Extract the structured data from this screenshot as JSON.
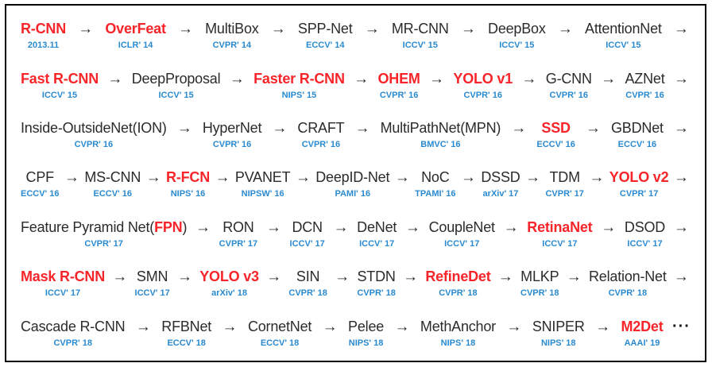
{
  "diagram": {
    "description": "Object detection model timeline",
    "colors": {
      "highlight": "#f7252a",
      "venue": "#2a8ad0",
      "text": "#2b2b2b"
    },
    "icons": {
      "arrow": "→",
      "ellipsis": "···"
    },
    "rows": [
      {
        "trail": "arrow",
        "models": [
          {
            "name": "R-CNN",
            "venue": "2013.11",
            "red": true
          },
          {
            "name": "OverFeat",
            "venue": "ICLR' 14",
            "red": true
          },
          {
            "name": "MultiBox",
            "venue": "CVPR' 14",
            "red": false
          },
          {
            "name": "SPP-Net",
            "venue": "ECCV' 14",
            "red": false
          },
          {
            "name": "MR-CNN",
            "venue": "ICCV' 15",
            "red": false
          },
          {
            "name": "DeepBox",
            "venue": "ICCV' 15",
            "red": false
          },
          {
            "name": "AttentionNet",
            "venue": "ICCV' 15",
            "red": false
          }
        ]
      },
      {
        "trail": "arrow",
        "models": [
          {
            "name": "Fast R-CNN",
            "venue": "ICCV' 15",
            "red": true
          },
          {
            "name": "DeepProposal",
            "venue": "ICCV' 15",
            "red": false
          },
          {
            "name": "Faster R-CNN",
            "venue": "NIPS' 15",
            "red": true
          },
          {
            "name": "OHEM",
            "venue": "CVPR' 16",
            "red": true
          },
          {
            "name": "YOLO v1",
            "venue": "CVPR' 16",
            "red": true
          },
          {
            "name": "G-CNN",
            "venue": "CVPR' 16",
            "red": false
          },
          {
            "name": "AZNet",
            "venue": "CVPR' 16",
            "red": false
          }
        ]
      },
      {
        "trail": "arrow",
        "models": [
          {
            "name": "Inside-OutsideNet(ION)",
            "venue": "CVPR' 16",
            "red": false
          },
          {
            "name": "HyperNet",
            "venue": "CVPR' 16",
            "red": false
          },
          {
            "name": "CRAFT",
            "venue": "CVPR' 16",
            "red": false
          },
          {
            "name": "MultiPathNet(MPN)",
            "venue": "BMVC' 16",
            "red": false
          },
          {
            "name": "SSD",
            "venue": "ECCV' 16",
            "red": true
          },
          {
            "name": "GBDNet",
            "venue": "ECCV' 16",
            "red": false
          }
        ]
      },
      {
        "trail": "arrow",
        "models": [
          {
            "name": "CPF",
            "venue": "ECCV' 16",
            "red": false
          },
          {
            "name": "MS-CNN",
            "venue": "ECCV' 16",
            "red": false
          },
          {
            "name": "R-FCN",
            "venue": "NIPS' 16",
            "red": true
          },
          {
            "name": "PVANET",
            "venue": "NIPSW' 16",
            "red": false
          },
          {
            "name": "DeepID-Net",
            "venue": "PAMI' 16",
            "red": false
          },
          {
            "name": "NoC",
            "venue": "TPAMI' 16",
            "red": false
          },
          {
            "name": "DSSD",
            "venue": "arXiv' 17",
            "red": false
          },
          {
            "name": "TDM",
            "venue": "CVPR' 17",
            "red": false
          },
          {
            "name": "YOLO v2",
            "venue": "CVPR' 17",
            "red": true
          }
        ]
      },
      {
        "trail": "arrow",
        "models": [
          {
            "name": "Feature Pyramid Net(FPN)",
            "venue": "CVPR' 17",
            "red": false,
            "red_part": "FPN"
          },
          {
            "name": "RON",
            "venue": "CVPR' 17",
            "red": false
          },
          {
            "name": "DCN",
            "venue": "ICCV' 17",
            "red": false
          },
          {
            "name": "DeNet",
            "venue": "ICCV' 17",
            "red": false
          },
          {
            "name": "CoupleNet",
            "venue": "ICCV' 17",
            "red": false
          },
          {
            "name": "RetinaNet",
            "venue": "ICCV' 17",
            "red": true
          },
          {
            "name": "DSOD",
            "venue": "ICCV' 17",
            "red": false
          }
        ]
      },
      {
        "trail": "arrow",
        "models": [
          {
            "name": "Mask R-CNN",
            "venue": "ICCV' 17",
            "red": true
          },
          {
            "name": "SMN",
            "venue": "ICCV' 17",
            "red": false
          },
          {
            "name": "YOLO v3",
            "venue": "arXiv' 18",
            "red": true
          },
          {
            "name": "SIN",
            "venue": "CVPR' 18",
            "red": false
          },
          {
            "name": "STDN",
            "venue": "CVPR' 18",
            "red": false
          },
          {
            "name": "RefineDet",
            "venue": "CVPR' 18",
            "red": true
          },
          {
            "name": "MLKP",
            "venue": "CVPR' 18",
            "red": false
          },
          {
            "name": "Relation-Net",
            "venue": "CVPR' 18",
            "red": false
          }
        ]
      },
      {
        "trail": "ellipsis",
        "models": [
          {
            "name": "Cascade R-CNN",
            "venue": "CVPR' 18",
            "red": false
          },
          {
            "name": "RFBNet",
            "venue": "ECCV' 18",
            "red": false
          },
          {
            "name": "CornetNet",
            "venue": "ECCV' 18",
            "red": false
          },
          {
            "name": "Pelee",
            "venue": "NIPS' 18",
            "red": false
          },
          {
            "name": "MethAnchor",
            "venue": "NIPS' 18",
            "red": false
          },
          {
            "name": "SNIPER",
            "venue": "NIPS' 18",
            "red": false
          },
          {
            "name": "M2Det",
            "venue": "AAAI' 19",
            "red": true
          }
        ]
      }
    ]
  }
}
